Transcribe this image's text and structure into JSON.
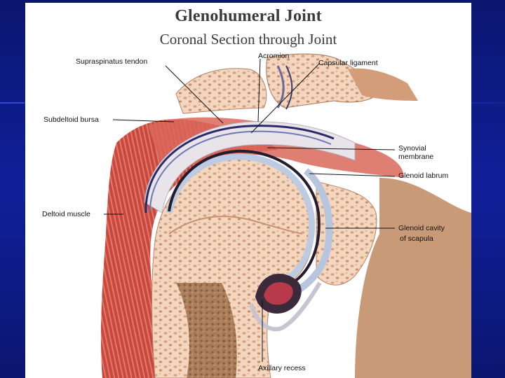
{
  "title": "Glenohumeral Joint",
  "subtitle": "Coronal Section through Joint",
  "labels": {
    "supraspinatus": "Supraspinatus tendon",
    "acromion": "Acromion",
    "capsular": "Capsular ligament",
    "subdeltoid": "Subdeltoid bursa",
    "synovial_1": "Synovial",
    "synovial_2": "membrane",
    "labrum": "Glenoid labrum",
    "deltoid": "Deltoid muscle",
    "glenoid_1": "Glenoid cavity",
    "glenoid_2": "of scapula",
    "axillary": "Axillary recess"
  },
  "colors": {
    "background": "#0d1a8c",
    "panel": "#ffffff",
    "muscle": "#c8493f",
    "bone": "#f0cfb5",
    "cartilage": "#b8c8e0",
    "synovial": "#2a2238"
  }
}
